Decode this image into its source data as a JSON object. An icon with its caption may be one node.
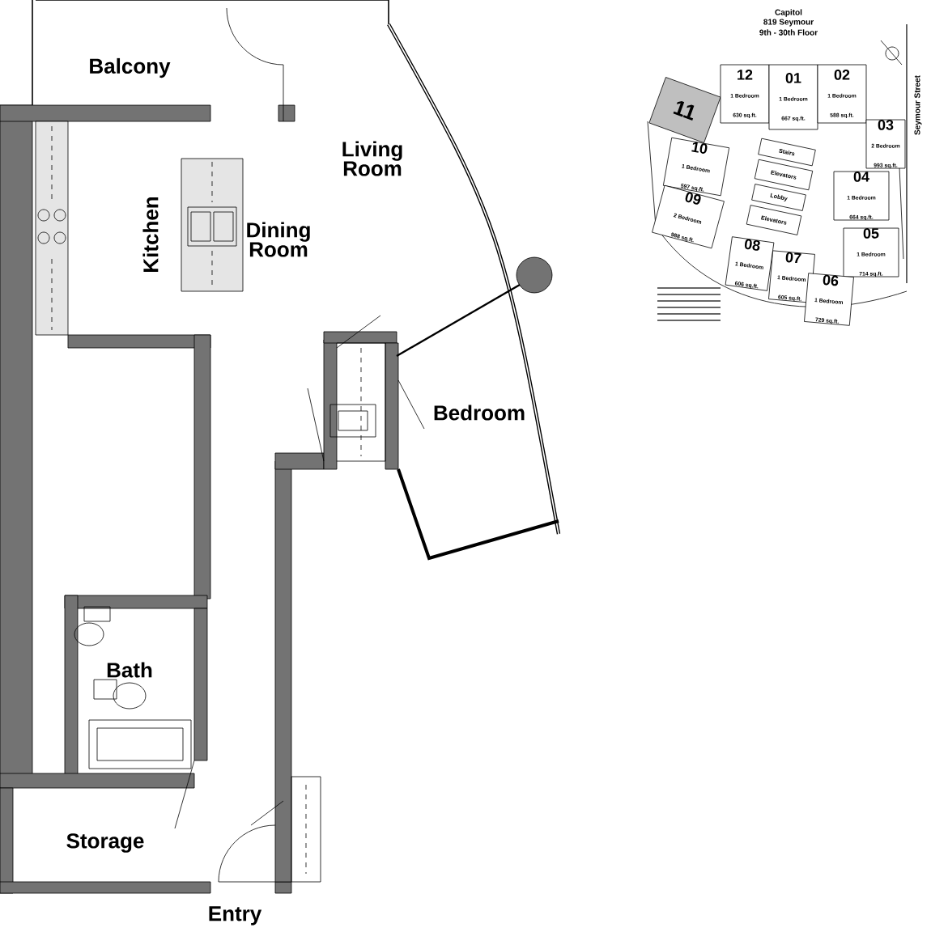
{
  "diagram": {
    "nodes": [
      {
        "text": [
          "11"
        ]
      },
      {
        "text": [
          "12",
          "1 Bedroom",
          "630 sq.ft."
        ]
      },
      {
        "text": [
          "01",
          "1 Bedroom",
          "667 sq.ft."
        ]
      },
      {
        "text": [
          "02",
          "1 Bedroom",
          "588 sq.ft."
        ]
      },
      {
        "text": [
          "03",
          "2 Bedroom",
          "993 sq.ft."
        ]
      },
      {
        "text": [
          "10",
          "1 Bedroom",
          "597 sq.ft."
        ]
      },
      {
        "text": [
          "Stairs"
        ]
      },
      {
        "text": [
          "Elevators"
        ]
      },
      {
        "text": [
          "04",
          "1 Bedroom",
          "664 sq.ft."
        ]
      },
      {
        "text": [
          "Lobby"
        ]
      },
      {
        "text": [
          "09",
          "2 Bedroom",
          "988 sq.ft."
        ]
      },
      {
        "text": [
          "Elevators"
        ]
      },
      {
        "text": [
          "05",
          "1 Bedroom",
          "714 sq.ft."
        ]
      },
      {
        "text": [
          "08",
          "1 Bedroom",
          "606 sq.ft."
        ]
      },
      {
        "text": [
          "07",
          "1 Bedroom",
          "605 sq.ft."
        ]
      },
      {
        "text": [
          "06",
          "1 Bedroom",
          "729 sq.ft."
        ]
      }
    ],
    "labels": [
      "Balcony",
      "Living Room",
      "Kitchen",
      "Dining Room",
      "Bedroom",
      "Bath",
      "Storage",
      "Entry",
      "Capitol",
      "819 Seymour",
      "9th - 30th Floor",
      "Seymour Street"
    ]
  }
}
